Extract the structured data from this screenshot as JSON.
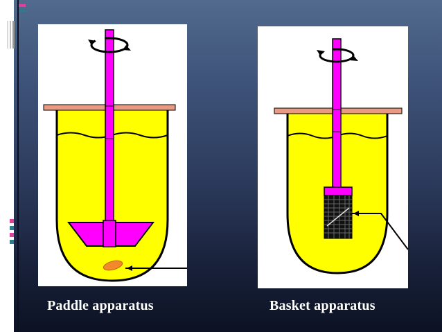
{
  "slide": {
    "background": "#2b3a5b",
    "accent_pink": "#e0409a",
    "accent_teal": "#2f7a8c"
  },
  "panels": [
    {
      "kind": "paddle",
      "caption": "Paddle apparatus"
    },
    {
      "kind": "basket",
      "caption": "Basket apparatus"
    }
  ],
  "colors": {
    "medium": "#ffff00",
    "shaft": "#ff00ff",
    "lid": "#e89a82",
    "tablet": "#f28a2b",
    "outline": "#000000"
  },
  "icons": [
    "rotation-arrow-icon",
    "rotation-arrow-icon"
  ]
}
